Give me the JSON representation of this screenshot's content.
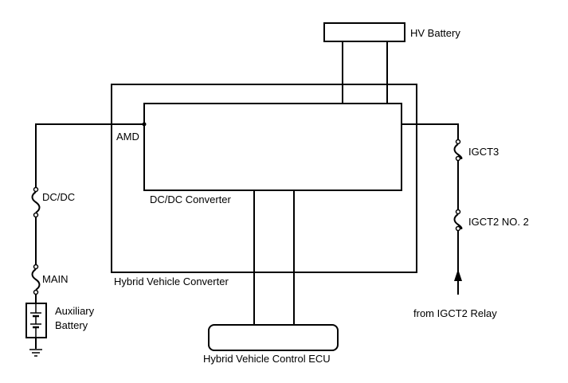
{
  "labels": {
    "hv_battery": "HV Battery",
    "amd": "AMD",
    "dcdc_converter": "DC/DC Converter",
    "hybrid_vehicle_converter": "Hybrid Vehicle Converter",
    "hybrid_vehicle_control_ecu": "Hybrid Vehicle Control ECU",
    "dcdc_fuse": "DC/DC",
    "main_fuse": "MAIN",
    "auxiliary_battery_line1": "Auxiliary",
    "auxiliary_battery_line2": "Battery",
    "igct3_fuse": "IGCT3",
    "igct2_no2_fuse": "IGCT2 NO. 2",
    "from_igct2_relay": "from IGCT2 Relay"
  },
  "colors": {
    "line": "#000000",
    "background": "#ffffff"
  }
}
